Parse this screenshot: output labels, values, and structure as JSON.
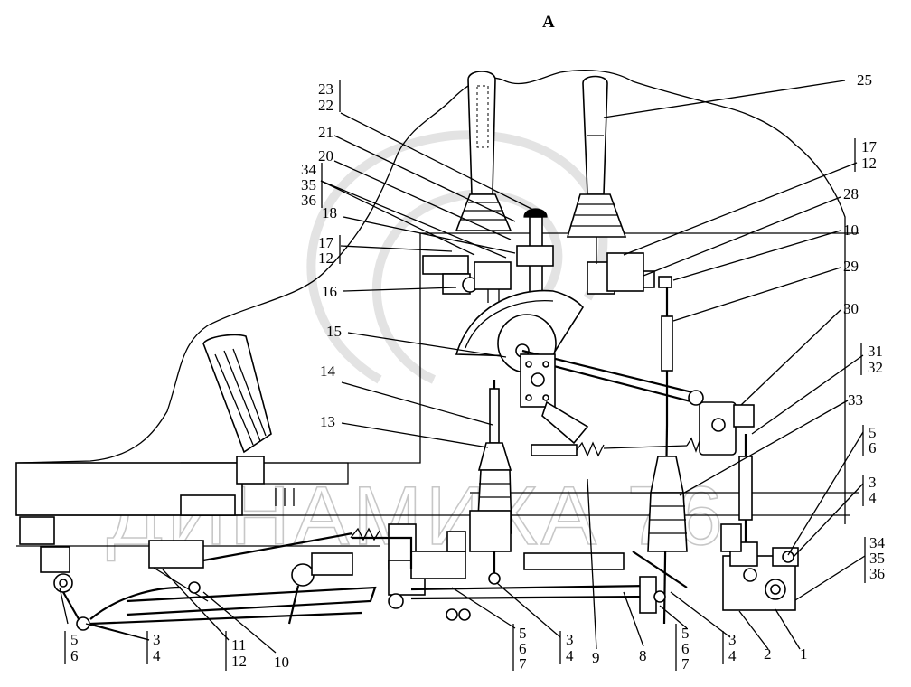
{
  "diagram": {
    "view_title": "А",
    "watermark": "ДИНАМИКА 76",
    "labels": {
      "l25": "25",
      "l23": "23",
      "l22": "22",
      "l21": "21",
      "l20": "20",
      "l34a": "34",
      "l35a": "35",
      "l36a": "36",
      "l18": "18",
      "l17a": "17",
      "l12a": "12",
      "l16": "16",
      "l15": "15",
      "l14": "14",
      "l13": "13",
      "l17b": "17",
      "l12b": "12",
      "l28": "28",
      "l10a": "10",
      "l29": "29",
      "l30": "30",
      "l31": "31",
      "l32": "32",
      "l33": "33",
      "l5a": "5",
      "l6a": "6",
      "l3a": "3",
      "l4a": "4",
      "l34b": "34",
      "l35b": "35",
      "l36b": "36",
      "l5b": "5",
      "l6b": "6",
      "l3b": "3",
      "l4b": "4",
      "l11": "11",
      "l12c": "12",
      "l10b": "10",
      "l5c": "5",
      "l6c": "6",
      "l7c": "7",
      "l3c": "3",
      "l4c": "4",
      "l9": "9",
      "l8": "8",
      "l5d": "5",
      "l6d": "6",
      "l7d": "7",
      "l3d": "3",
      "l4d": "4",
      "l2": "2",
      "l1": "1"
    }
  }
}
